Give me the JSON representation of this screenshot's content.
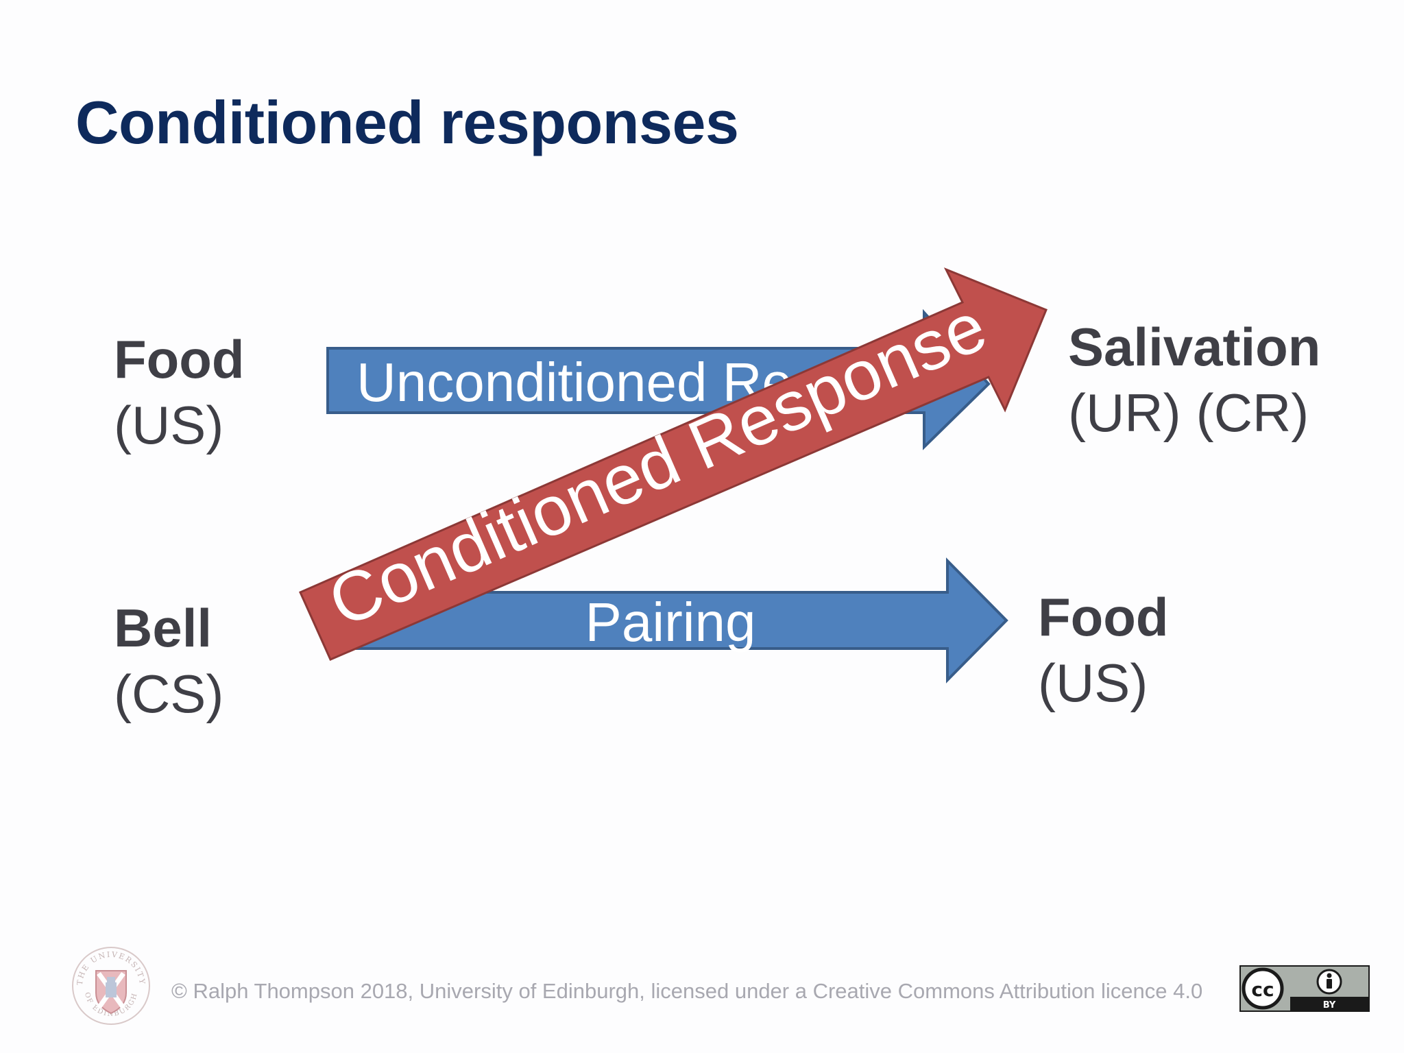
{
  "title": "Conditioned responses",
  "terms": {
    "food_top": {
      "name": "Food",
      "abbr": "(US)"
    },
    "salivation": {
      "name": "Salivation",
      "abbr_1": "(UR)",
      "abbr_2": "(CR)"
    },
    "bell": {
      "name": "Bell",
      "abbr": "(CS)"
    },
    "food_bottom": {
      "name": "Food",
      "abbr": "(US)"
    }
  },
  "arrows": {
    "unconditioned_label": "Unconditioned Re",
    "pairing_label": "Pairing",
    "conditioned_label": "Conditioned Response"
  },
  "colors": {
    "title": "#0e2a5c",
    "term_text": "#3f3f46",
    "blue_arrow": "#4f81bd",
    "blue_arrow_border": "#385d8a",
    "red_arrow": "#c0504d",
    "red_arrow_border": "#8c3836",
    "footer_text": "#a8a8b0"
  },
  "footer": {
    "copyright": "© Ralph Thompson 2018, University of Edinburgh, licensed under a Creative Commons Attribution licence 4.0",
    "crest_text": "THE UNIVERSITY OF EDINBURGH",
    "license_badge": {
      "left": "cc",
      "right": "BY"
    },
    "icons": [
      "university-crest-icon",
      "creative-commons-icon",
      "attribution-icon"
    ]
  }
}
